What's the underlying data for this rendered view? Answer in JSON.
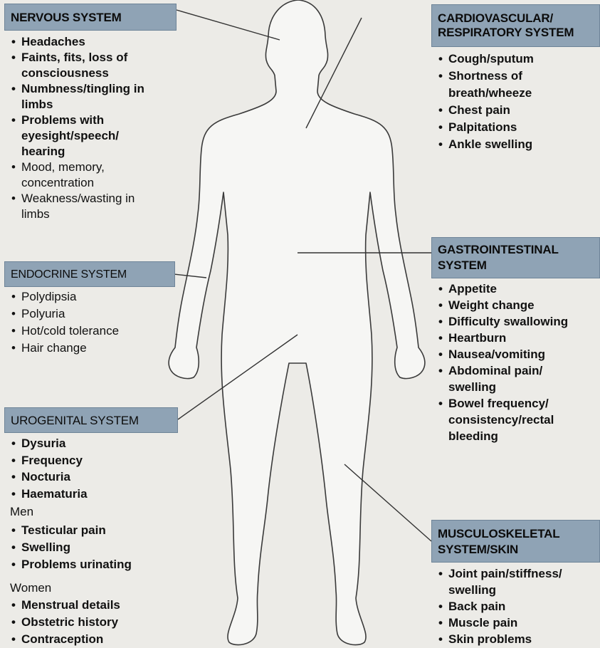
{
  "nervous": {
    "title": "NERVOUS SYSTEM",
    "items": [
      "Headaches",
      "Faints, fits, loss of consciousness",
      "Numbness/tingling in limbs",
      "Problems with eyesight/speech/ hearing",
      "Mood, memory, concentration",
      "Weakness/wasting in limbs"
    ]
  },
  "cardio": {
    "title": "CARDIOVASCULAR/ RESPIRATORY SYSTEM",
    "items": [
      "Cough/sputum",
      "Shortness of breath/wheeze",
      "Chest pain",
      "Palpitations",
      "Ankle swelling"
    ]
  },
  "endocrine": {
    "title": "ENDOCRINE SYSTEM",
    "items": [
      "Polydipsia",
      "Polyuria",
      "Hot/cold tolerance",
      "Hair change"
    ]
  },
  "gastro": {
    "title": "GASTROINTESTINAL SYSTEM",
    "items": [
      "Appetite",
      "Weight change",
      "Difficulty swallowing",
      "Heartburn",
      "Nausea/vomiting",
      "Abdominal pain/ swelling",
      "Bowel frequency/ consistency/rectal bleeding"
    ]
  },
  "urogenital": {
    "title": "UROGENITAL SYSTEM",
    "items": [
      "Dysuria",
      "Frequency",
      "Nocturia",
      "Haematuria"
    ],
    "men_label": "Men",
    "men_items": [
      "Testicular pain",
      "Swelling",
      "Problems urinating"
    ],
    "women_label": "Women",
    "women_items": [
      "Menstrual details",
      "Obstetric history",
      "Contraception"
    ]
  },
  "musculo": {
    "title": "MUSCULOSKELETAL SYSTEM/SKIN",
    "items": [
      "Joint pain/stiffness/ swelling",
      "Back pain",
      "Muscle pain",
      "Skin problems"
    ]
  }
}
